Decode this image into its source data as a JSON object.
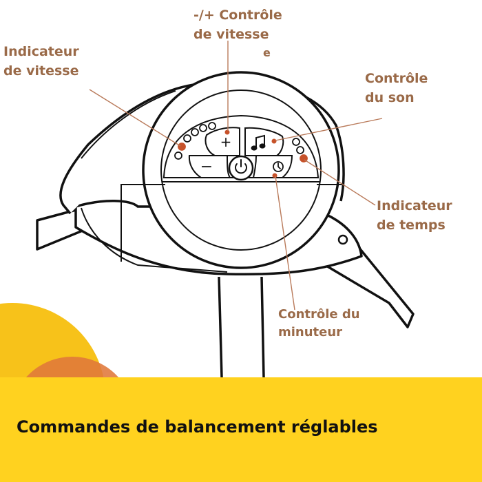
{
  "colors": {
    "label": "#9a6a48",
    "leader_line": "#b97a5a",
    "indicator_dot": "#c7522a",
    "banner_yellow": "#ffd21f",
    "circle_yellow": "#f7c21a",
    "circle_orange": "#e0783a",
    "outline": "#111111"
  },
  "callouts": {
    "speed_control": {
      "line1": "-/+ Contrôle",
      "line2": "de vitesse",
      "fragment": "e"
    },
    "speed_indicator": {
      "line1": "Indicateur",
      "line2": "de vitesse"
    },
    "sound_control": {
      "line1": "Contrôle",
      "line2": "du son"
    },
    "time_indicator": {
      "line1": "Indicateur",
      "line2": "de temps"
    },
    "timer_control": {
      "line1": "Contrôle du",
      "line2": "minuteur"
    }
  },
  "control_panel": {
    "plus_symbol": "+",
    "minus_symbol": "−",
    "icons": [
      "music-note-icon",
      "clock-icon",
      "power-icon"
    ]
  },
  "banner": {
    "title": "Commandes de balancement réglables"
  }
}
